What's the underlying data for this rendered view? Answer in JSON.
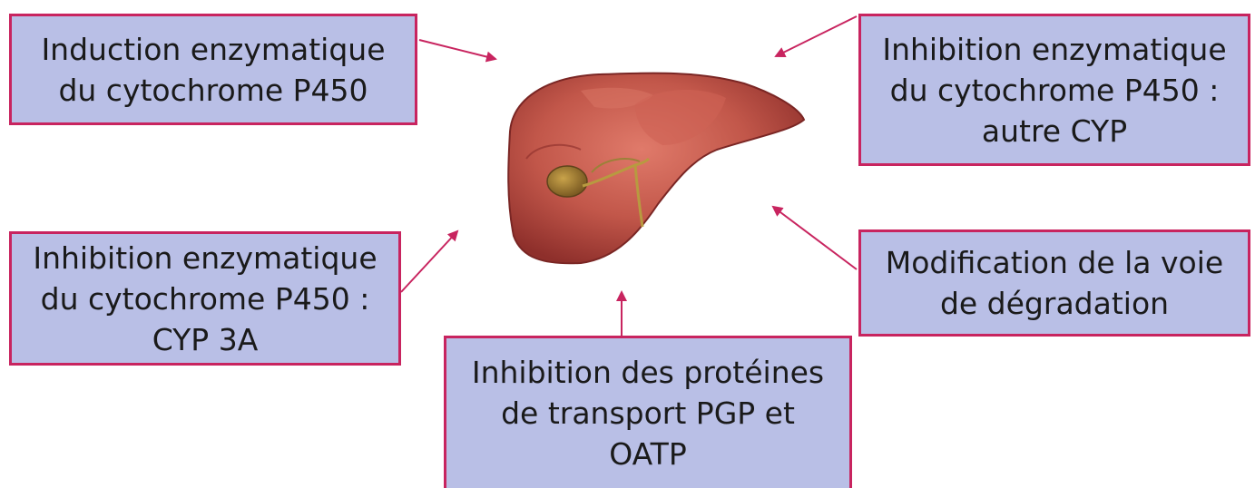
{
  "boxes": {
    "top_left": "Induction enzymatique\ndu cytochrome P450",
    "top_right": "Inhibition enzymatique\ndu cytochrome P450 :\nautre CYP",
    "mid_left": "Inhibition enzymatique\ndu cytochrome P450 :\nCYP 3A",
    "mid_right": "Modification de la voie\nde dégradation",
    "bottom_center": "Inhibition des protéines\nde transport PGP et\nOATP"
  },
  "colors": {
    "box_fill": "#b9bfe6",
    "box_border": "#c8245f",
    "arrow": "#c8245f",
    "liver": "#b8453f"
  },
  "icons": {
    "center_image": "liver-illustration"
  }
}
